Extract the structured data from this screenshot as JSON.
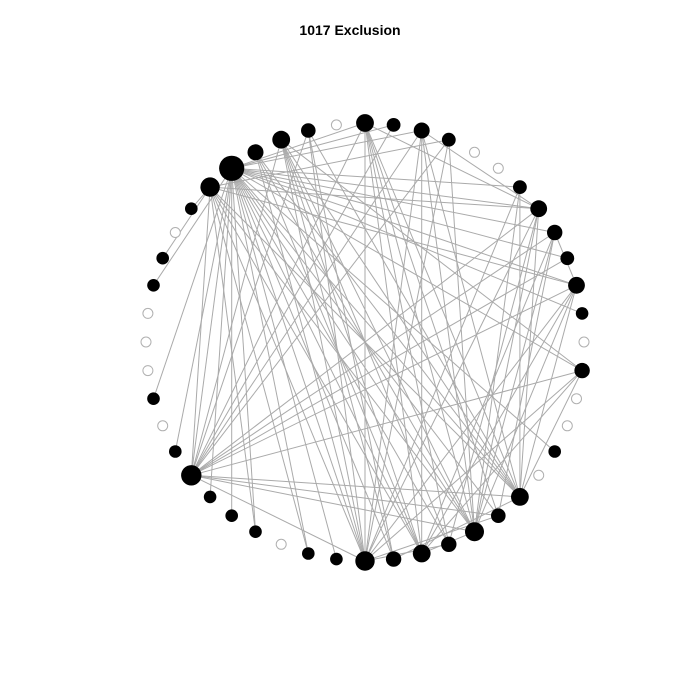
{
  "title": "1017 Exclusion",
  "colors": {
    "edge": "#aaaaaa",
    "node_fill": "#000000",
    "isolated_stroke": "#b0b0b0",
    "background": "#ffffff"
  },
  "network": {
    "layout": "circle",
    "node_count": 48,
    "nodes": [
      {
        "id": 0,
        "degree": 9,
        "isolated": false
      },
      {
        "id": 1,
        "degree": 3,
        "isolated": false
      },
      {
        "id": 2,
        "degree": 6,
        "isolated": false
      },
      {
        "id": 3,
        "degree": 3,
        "isolated": false
      },
      {
        "id": 4,
        "degree": 0,
        "isolated": true
      },
      {
        "id": 5,
        "degree": 0,
        "isolated": true
      },
      {
        "id": 6,
        "degree": 3,
        "isolated": false
      },
      {
        "id": 7,
        "degree": 7,
        "isolated": false
      },
      {
        "id": 8,
        "degree": 5,
        "isolated": false
      },
      {
        "id": 9,
        "degree": 3,
        "isolated": false
      },
      {
        "id": 10,
        "degree": 7,
        "isolated": false
      },
      {
        "id": 11,
        "degree": 2,
        "isolated": false
      },
      {
        "id": 12,
        "degree": 0,
        "isolated": true
      },
      {
        "id": 13,
        "degree": 5,
        "isolated": false
      },
      {
        "id": 14,
        "degree": 0,
        "isolated": true
      },
      {
        "id": 15,
        "degree": 0,
        "isolated": true
      },
      {
        "id": 16,
        "degree": 2,
        "isolated": false
      },
      {
        "id": 17,
        "degree": 0,
        "isolated": true
      },
      {
        "id": 18,
        "degree": 9,
        "isolated": false
      },
      {
        "id": 19,
        "degree": 4,
        "isolated": false
      },
      {
        "id": 20,
        "degree": 11,
        "isolated": false
      },
      {
        "id": 21,
        "degree": 5,
        "isolated": false
      },
      {
        "id": 22,
        "degree": 9,
        "isolated": false
      },
      {
        "id": 23,
        "degree": 5,
        "isolated": false
      },
      {
        "id": 24,
        "degree": 12,
        "isolated": false
      },
      {
        "id": 25,
        "degree": 2,
        "isolated": false
      },
      {
        "id": 26,
        "degree": 2,
        "isolated": false
      },
      {
        "id": 27,
        "degree": 0,
        "isolated": true
      },
      {
        "id": 28,
        "degree": 2,
        "isolated": false
      },
      {
        "id": 29,
        "degree": 2,
        "isolated": false
      },
      {
        "id": 30,
        "degree": 2,
        "isolated": false
      },
      {
        "id": 31,
        "degree": 14,
        "isolated": false
      },
      {
        "id": 32,
        "degree": 2,
        "isolated": false
      },
      {
        "id": 33,
        "degree": 0,
        "isolated": true
      },
      {
        "id": 34,
        "degree": 2,
        "isolated": false
      },
      {
        "id": 35,
        "degree": 0,
        "isolated": true
      },
      {
        "id": 36,
        "degree": 0,
        "isolated": true
      },
      {
        "id": 37,
        "degree": 0,
        "isolated": true
      },
      {
        "id": 38,
        "degree": 2,
        "isolated": false
      },
      {
        "id": 39,
        "degree": 2,
        "isolated": false
      },
      {
        "id": 40,
        "degree": 0,
        "isolated": true
      },
      {
        "id": 41,
        "degree": 2,
        "isolated": false
      },
      {
        "id": 42,
        "degree": 12,
        "isolated": false
      },
      {
        "id": 43,
        "degree": 27,
        "isolated": false
      },
      {
        "id": 44,
        "degree": 6,
        "isolated": false
      },
      {
        "id": 45,
        "degree": 9,
        "isolated": false
      },
      {
        "id": 46,
        "degree": 4,
        "isolated": false
      },
      {
        "id": 47,
        "degree": 0,
        "isolated": true
      }
    ],
    "edges": [
      [
        42,
        41
      ],
      [
        42,
        39
      ],
      [
        42,
        31
      ],
      [
        42,
        28
      ],
      [
        42,
        26
      ],
      [
        42,
        24
      ],
      [
        42,
        22
      ],
      [
        42,
        20
      ],
      [
        42,
        18
      ],
      [
        42,
        10
      ],
      [
        42,
        7
      ],
      [
        42,
        3
      ],
      [
        43,
        25
      ],
      [
        43,
        24
      ],
      [
        43,
        23
      ],
      [
        43,
        22
      ],
      [
        43,
        21
      ],
      [
        43,
        20
      ],
      [
        43,
        19
      ],
      [
        43,
        18
      ],
      [
        43,
        13
      ],
      [
        43,
        10
      ],
      [
        43,
        8
      ],
      [
        43,
        7
      ],
      [
        43,
        6
      ],
      [
        43,
        2
      ],
      [
        43,
        0
      ],
      [
        43,
        31
      ],
      [
        43,
        30
      ],
      [
        43,
        29
      ],
      [
        43,
        28
      ],
      [
        43,
        34
      ],
      [
        43,
        32
      ],
      [
        43,
        38
      ],
      [
        43,
        26
      ],
      [
        43,
        11
      ],
      [
        43,
        16
      ],
      [
        43,
        9
      ],
      [
        43,
        1
      ],
      [
        44,
        22
      ],
      [
        44,
        20
      ],
      [
        44,
        24
      ],
      [
        44,
        18
      ],
      [
        45,
        24
      ],
      [
        45,
        20
      ],
      [
        45,
        21
      ],
      [
        45,
        18
      ],
      [
        45,
        23
      ],
      [
        45,
        13
      ],
      [
        45,
        22
      ],
      [
        45,
        31
      ],
      [
        46,
        31
      ],
      [
        46,
        23
      ],
      [
        46,
        18
      ],
      [
        46,
        24
      ],
      [
        31,
        0
      ],
      [
        31,
        1
      ],
      [
        31,
        2
      ],
      [
        31,
        3
      ],
      [
        31,
        8
      ],
      [
        31,
        9
      ],
      [
        31,
        13
      ],
      [
        31,
        7
      ],
      [
        31,
        10
      ],
      [
        31,
        18
      ],
      [
        31,
        19
      ],
      [
        31,
        20
      ],
      [
        31,
        24
      ],
      [
        0,
        18
      ],
      [
        0,
        19
      ],
      [
        0,
        20
      ],
      [
        0,
        21
      ],
      [
        0,
        22
      ],
      [
        0,
        24
      ],
      [
        0,
        7
      ],
      [
        2,
        18
      ],
      [
        2,
        20
      ],
      [
        2,
        22
      ],
      [
        2,
        24
      ],
      [
        2,
        7
      ],
      [
        7,
        18
      ],
      [
        7,
        20
      ],
      [
        7,
        21
      ],
      [
        7,
        24
      ],
      [
        8,
        19
      ],
      [
        8,
        20
      ],
      [
        8,
        22
      ],
      [
        8,
        10
      ],
      [
        10,
        20
      ],
      [
        10,
        22
      ],
      [
        10,
        24
      ],
      [
        10,
        18
      ],
      [
        13,
        24
      ],
      [
        13,
        22
      ],
      [
        13,
        18
      ],
      [
        6,
        18
      ],
      [
        6,
        20
      ],
      [
        6,
        24
      ],
      [
        3,
        20
      ],
      [
        3,
        24
      ],
      [
        21,
        24
      ],
      [
        22,
        20
      ],
      [
        23,
        18
      ],
      [
        19,
        24
      ]
    ]
  }
}
